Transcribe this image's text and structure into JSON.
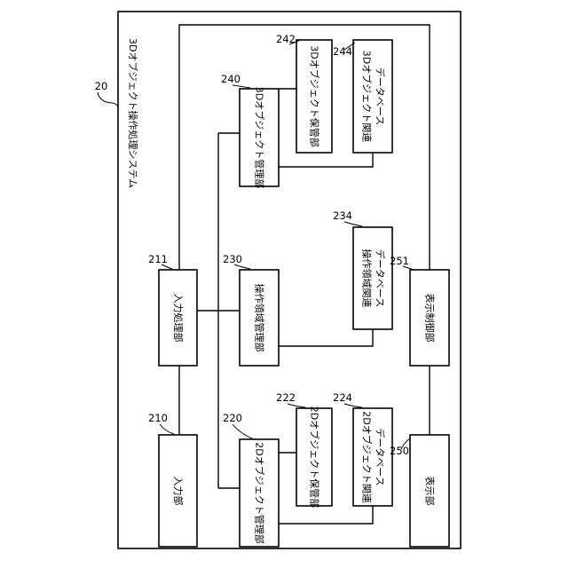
{
  "system": {
    "ref": "20",
    "label": "3Dオブジェクト操作処理システム"
  },
  "blocks": {
    "input_unit": {
      "ref": "210",
      "label": "入力部"
    },
    "input_processor": {
      "ref": "211",
      "label": "入力処理部"
    },
    "obj2d_manager": {
      "ref": "220",
      "label": "2Dオブジェクト管理部"
    },
    "obj2d_storage": {
      "ref": "222",
      "label": "2Dオブジェクト保管部"
    },
    "obj2d_db": {
      "ref": "224",
      "line1": "2Dオブジェクト関連",
      "line2": "データベース"
    },
    "area_manager": {
      "ref": "230",
      "label": "操作領域管理部"
    },
    "area_db": {
      "ref": "234",
      "line1": "操作領域関連",
      "line2": "データベース"
    },
    "obj3d_manager": {
      "ref": "240",
      "label": "3Dオブジェクト管理部"
    },
    "obj3d_storage": {
      "ref": "242",
      "label": "3Dオブジェクト保管部"
    },
    "obj3d_db": {
      "ref": "244",
      "line1": "3Dオブジェクト関連",
      "line2": "データベース"
    },
    "display_unit": {
      "ref": "250",
      "label": "表示部"
    },
    "display_controller": {
      "ref": "251",
      "label": "表示制御部"
    }
  }
}
